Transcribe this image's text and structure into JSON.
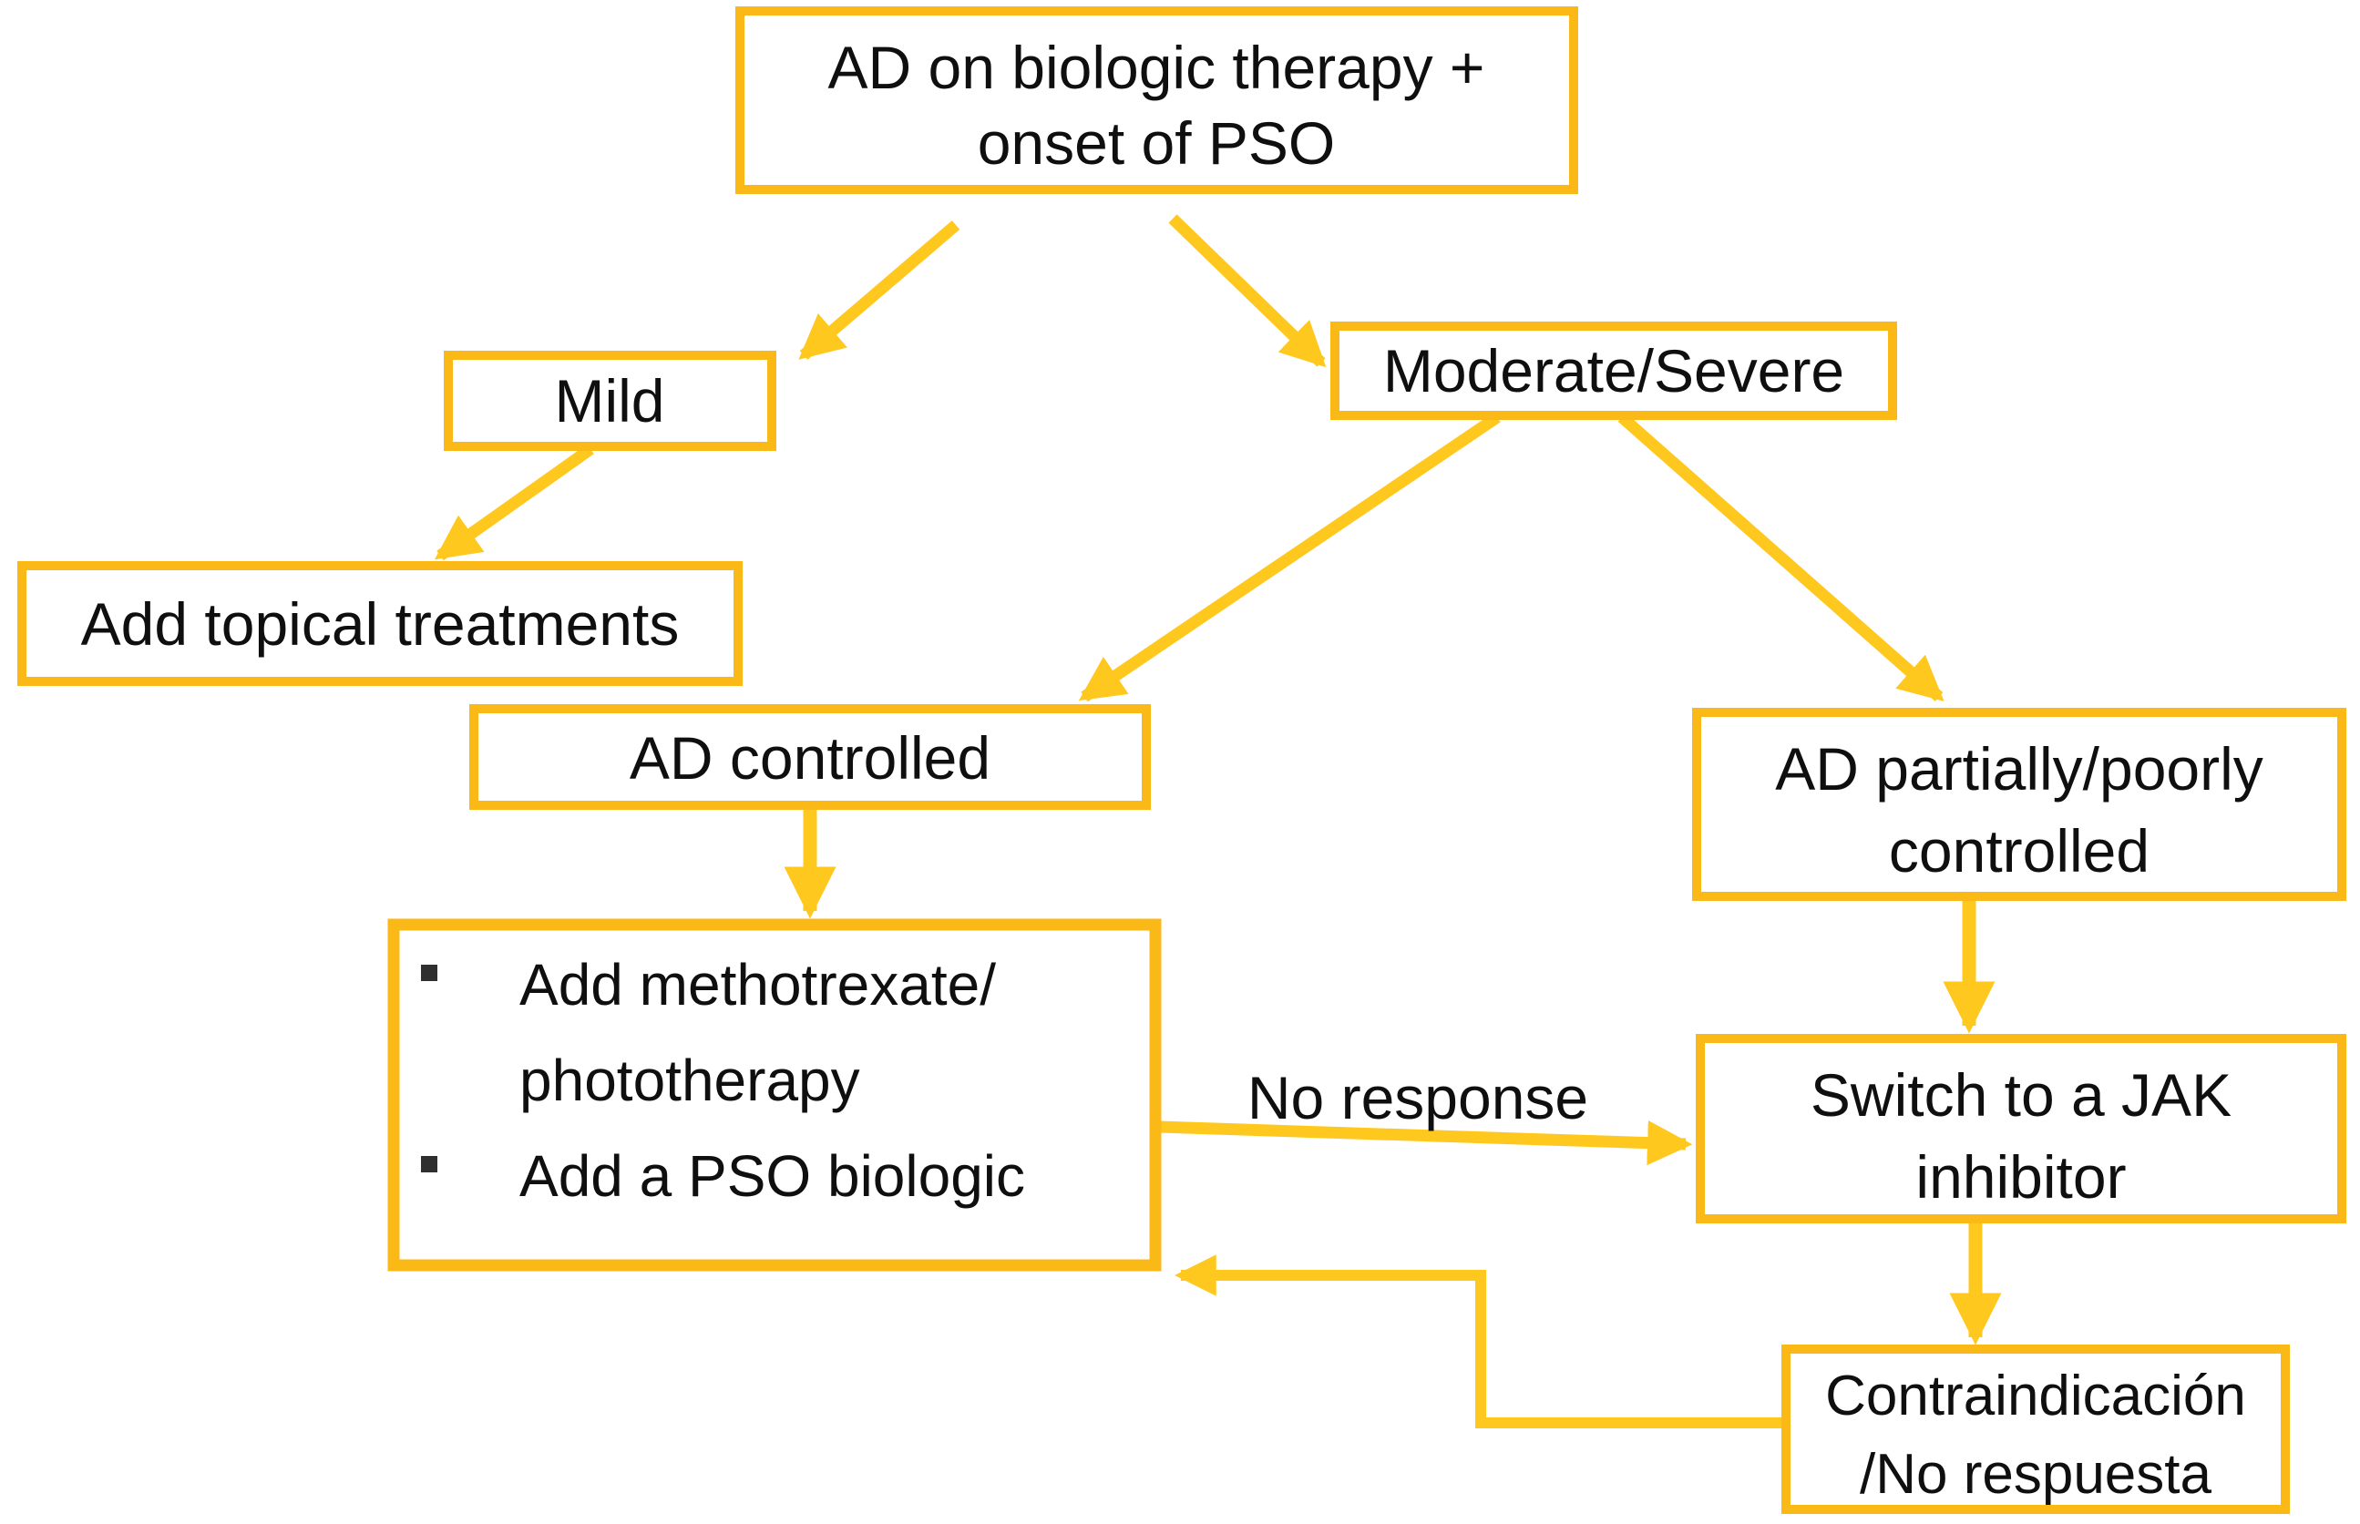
{
  "colors": {
    "accent": "#FBB917",
    "arrow": "#FFC81E",
    "text": "#0f0f0f",
    "bullet": "#2f2f2f",
    "background": "#FFFFFF"
  },
  "diagram": {
    "type": "flowchart",
    "nodes": {
      "start": {
        "line1": "AD on biologic therapy +",
        "line2": "onset of PSO"
      },
      "mild": {
        "label": "Mild"
      },
      "moderate": {
        "label": "Moderate/Severe"
      },
      "topical": {
        "label": "Add topical treatments"
      },
      "ad_controlled": {
        "label": "AD controlled"
      },
      "ad_partial": {
        "line1": "AD partially/poorly",
        "line2": "controlled"
      },
      "add_options": {
        "items": [
          {
            "line1": "Add methotrexate/",
            "line2": "phototherapy"
          },
          {
            "line1": "Add a PSO biologic"
          }
        ]
      },
      "jak": {
        "line1": "Switch to a JAK",
        "line2": "inhibitor"
      },
      "contra": {
        "line1": "Contraindicación",
        "line2": "/No respuesta"
      }
    },
    "edges": {
      "no_response_label": "No response"
    }
  }
}
